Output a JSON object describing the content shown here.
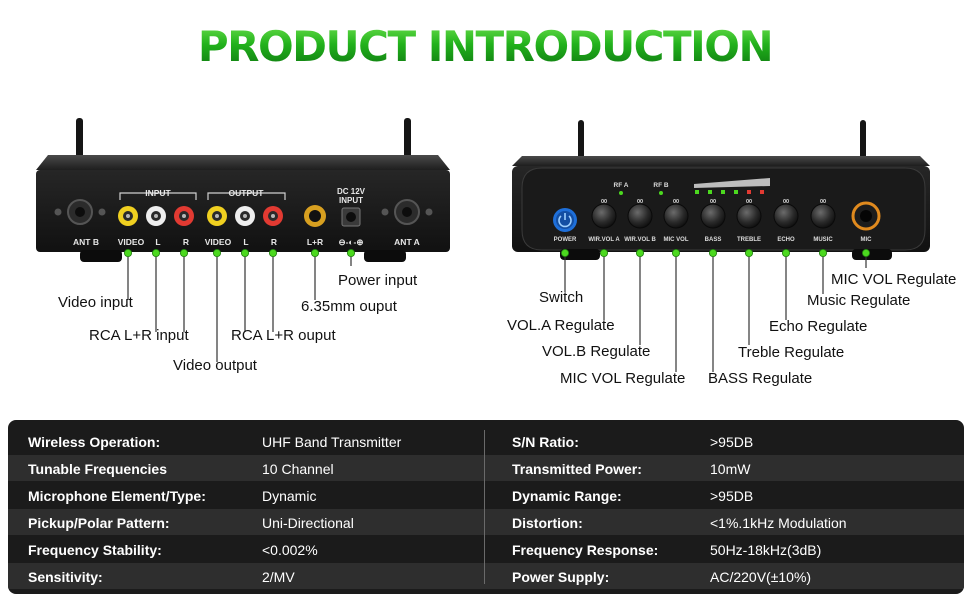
{
  "title": "PRODUCT INTRODUCTION",
  "colors": {
    "accent_green": "#22b21c",
    "dot_green": "#4cd91f",
    "panel_bg": "#1b1b1b",
    "knob_ring_orange": "#e08a1e",
    "power_blue": "#1e6fd9"
  },
  "rear_panel": {
    "group_input": "INPUT",
    "group_output": "OUTPUT",
    "dc_label_line1": "DC 12V",
    "dc_label_line2": "INPUT",
    "port_labels": [
      "ANT B",
      "VIDEO",
      "L",
      "R",
      "VIDEO",
      "L",
      "R",
      "L+R",
      "⊖-◐-⊕",
      "ANT A"
    ]
  },
  "front_panel": {
    "rf_a": "RF A",
    "rf_b": "RF B",
    "knob_scale": "00",
    "control_labels": [
      "POWER",
      "WIR.VOL A",
      "WIR.VOL B",
      "MIC VOL",
      "BASS",
      "TREBLE",
      "ECHO",
      "MUSIC",
      "MIC"
    ]
  },
  "callouts_rear": [
    "Video input",
    "RCA L+R input",
    "Video output",
    "RCA L+R ouput",
    "Power input",
    "6.35mm ouput"
  ],
  "callouts_front": [
    "Switch",
    "VOL.A Regulate",
    "VOL.B Regulate",
    "MIC VOL Regulate",
    "BASS Regulate",
    "Treble Regulate",
    "Echo Regulate",
    "Music Regulate",
    "MIC VOL Regulate"
  ],
  "specs": {
    "left": [
      {
        "label": "Wireless Operation:",
        "value": "UHF Band Transmitter"
      },
      {
        "label": "Tunable Frequencies",
        "value": "10 Channel"
      },
      {
        "label": "Microphone Element/Type:",
        "value": "Dynamic"
      },
      {
        "label": "Pickup/Polar Pattern:",
        "value": "Uni-Directional"
      },
      {
        "label": "Frequency Stability:",
        "value": "<0.002%"
      },
      {
        "label": "Sensitivity:",
        "value": "2/MV"
      }
    ],
    "right": [
      {
        "label": "S/N Ratio:",
        "value": ">95DB"
      },
      {
        "label": "Transmitted Power:",
        "value": "10mW"
      },
      {
        "label": "Dynamic Range:",
        "value": ">95DB"
      },
      {
        "label": "Distortion:",
        "value": "<1%.1kHz Modulation"
      },
      {
        "label": "Frequency Response:",
        "value": "50Hz-18kHz(3dB)"
      },
      {
        "label": "Power Supply:",
        "value": "AC/220V(±10%)"
      }
    ]
  }
}
